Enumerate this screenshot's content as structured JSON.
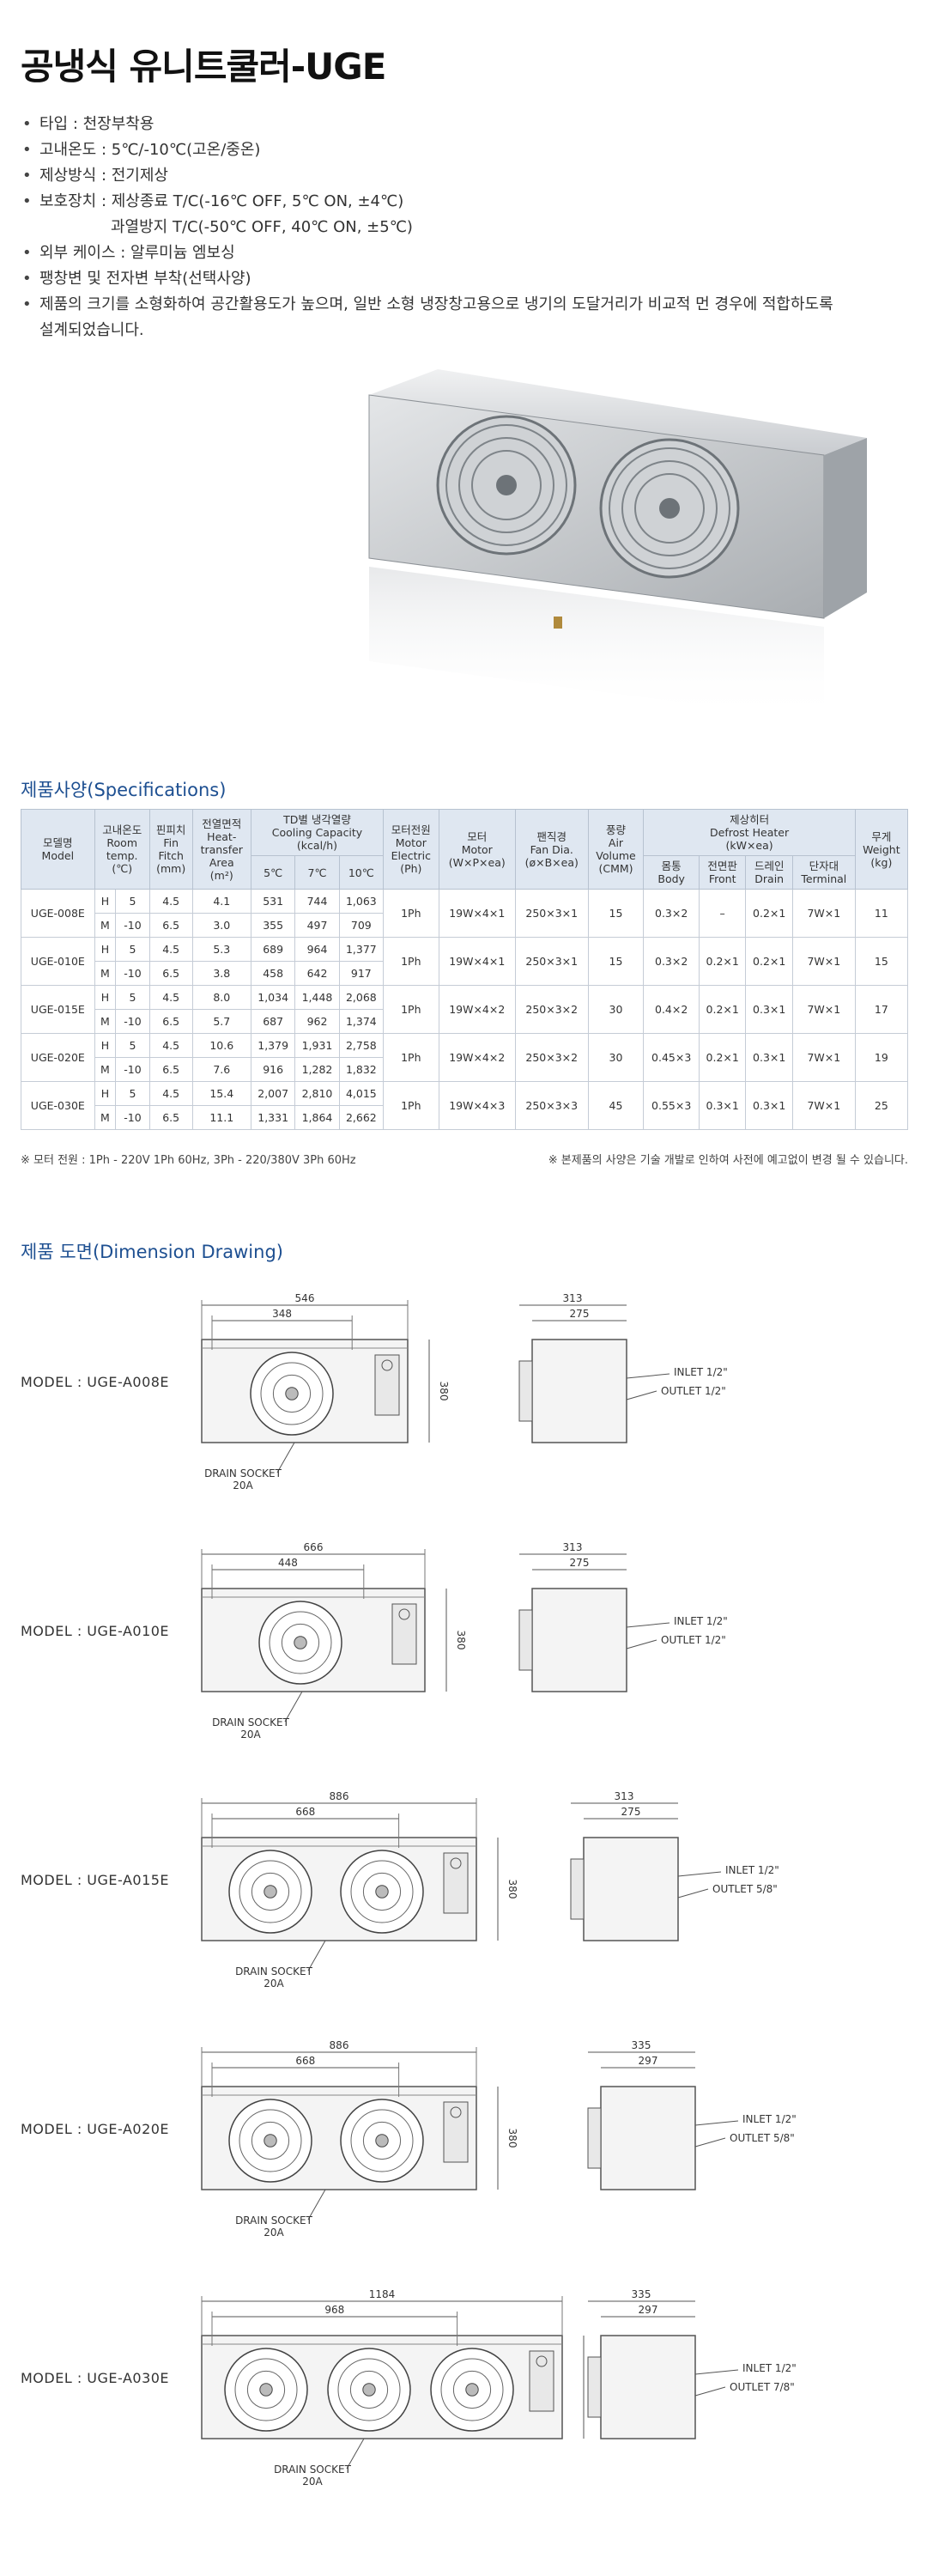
{
  "title": "공냉식 유니트쿨러-UGE",
  "features": [
    "타입 : 천장부착용",
    "고내온도 : 5℃/-10℃(고온/중온)",
    "제상방식 : 전기제상",
    "보호장치 : 제상종료 T/C(-16℃ OFF, 5℃ ON, ±4℃)",
    "과열방지 T/C(-50℃ OFF, 40℃ ON, ±5℃)",
    "외부 케이스 : 알루미늄 엠보싱",
    "팽창변 및 전자변 부착(선택사양)",
    "제품의 크기를 소형화하여 공간활용도가 높으며, 일반 소형 냉장창고용으로 냉기의 도달거리가 비교적 먼 경우에 적합하도록",
    "설계되었습니다."
  ],
  "spec_title": "제품사양(Specifications)",
  "spec_headers": {
    "model": [
      "모델명",
      "Model"
    ],
    "room_temp": [
      "고내온도",
      "Room",
      "temp.",
      "(℃)"
    ],
    "fin_pitch": [
      "핀피치",
      "Fin",
      "Fitch",
      "(mm)"
    ],
    "heat_area": [
      "전열면적",
      "Heat-",
      "transfer",
      "Area",
      "(m²)"
    ],
    "cooling": [
      "TD별 냉각열량",
      "Cooling Capacity",
      "(kcal/h)"
    ],
    "cooling_sub": [
      "5℃",
      "7℃",
      "10℃"
    ],
    "motor_power": [
      "모터전원",
      "Motor",
      "Electric",
      "(Ph)"
    ],
    "motor": [
      "모터",
      "Motor",
      "(W×P×ea)"
    ],
    "fan": [
      "팬직경",
      "Fan Dia.",
      "(ø×B×ea)"
    ],
    "air": [
      "풍량",
      "Air",
      "Volume",
      "(CMM)"
    ],
    "defrost": [
      "제상히터",
      "Defrost Heater",
      "(kW×ea)"
    ],
    "defrost_sub": [
      [
        "몸통",
        "Body"
      ],
      [
        "전면판",
        "Front"
      ],
      [
        "드레인",
        "Drain"
      ],
      [
        "단자대",
        "Terminal"
      ]
    ],
    "weight": [
      "무게",
      "Weight",
      "(kg)"
    ]
  },
  "spec_rows": [
    {
      "model": "UGE-008E",
      "motor_power": "1Ph",
      "motor": "19W×4×1",
      "fan": "250×3×1",
      "air": "15",
      "body": "0.3×2",
      "front": "–",
      "drain": "0.2×1",
      "terminal": "7W×1",
      "weight": "11",
      "sub": [
        {
          "type": "H",
          "temp": "5",
          "fin": "4.5",
          "area": "4.1",
          "c5": "531",
          "c7": "744",
          "c10": "1,063"
        },
        {
          "type": "M",
          "temp": "-10",
          "fin": "6.5",
          "area": "3.0",
          "c5": "355",
          "c7": "497",
          "c10": "709"
        }
      ]
    },
    {
      "model": "UGE-010E",
      "motor_power": "1Ph",
      "motor": "19W×4×1",
      "fan": "250×3×1",
      "air": "15",
      "body": "0.3×2",
      "front": "0.2×1",
      "drain": "0.2×1",
      "terminal": "7W×1",
      "weight": "15",
      "sub": [
        {
          "type": "H",
          "temp": "5",
          "fin": "4.5",
          "area": "5.3",
          "c5": "689",
          "c7": "964",
          "c10": "1,377"
        },
        {
          "type": "M",
          "temp": "-10",
          "fin": "6.5",
          "area": "3.8",
          "c5": "458",
          "c7": "642",
          "c10": "917"
        }
      ]
    },
    {
      "model": "UGE-015E",
      "motor_power": "1Ph",
      "motor": "19W×4×2",
      "fan": "250×3×2",
      "air": "30",
      "body": "0.4×2",
      "front": "0.2×1",
      "drain": "0.3×1",
      "terminal": "7W×1",
      "weight": "17",
      "sub": [
        {
          "type": "H",
          "temp": "5",
          "fin": "4.5",
          "area": "8.0",
          "c5": "1,034",
          "c7": "1,448",
          "c10": "2,068"
        },
        {
          "type": "M",
          "temp": "-10",
          "fin": "6.5",
          "area": "5.7",
          "c5": "687",
          "c7": "962",
          "c10": "1,374"
        }
      ]
    },
    {
      "model": "UGE-020E",
      "motor_power": "1Ph",
      "motor": "19W×4×2",
      "fan": "250×3×2",
      "air": "30",
      "body": "0.45×3",
      "front": "0.2×1",
      "drain": "0.3×1",
      "terminal": "7W×1",
      "weight": "19",
      "sub": [
        {
          "type": "H",
          "temp": "5",
          "fin": "4.5",
          "area": "10.6",
          "c5": "1,379",
          "c7": "1,931",
          "c10": "2,758"
        },
        {
          "type": "M",
          "temp": "-10",
          "fin": "6.5",
          "area": "7.6",
          "c5": "916",
          "c7": "1,282",
          "c10": "1,832"
        }
      ]
    },
    {
      "model": "UGE-030E",
      "motor_power": "1Ph",
      "motor": "19W×4×3",
      "fan": "250×3×3",
      "air": "45",
      "body": "0.55×3",
      "front": "0.3×1",
      "drain": "0.3×1",
      "terminal": "7W×1",
      "weight": "25",
      "sub": [
        {
          "type": "H",
          "temp": "5",
          "fin": "4.5",
          "area": "15.4",
          "c5": "2,007",
          "c7": "2,810",
          "c10": "4,015"
        },
        {
          "type": "M",
          "temp": "-10",
          "fin": "6.5",
          "area": "11.1",
          "c5": "1,331",
          "c7": "1,864",
          "c10": "2,662"
        }
      ]
    }
  ],
  "note_left": "※ 모터 전원 : 1Ph - 220V 1Ph 60Hz, 3Ph - 220/380V 3Ph 60Hz",
  "note_right": "※ 본제품의 사양은 기술 개발로 인하여 사전에 예고없이 변경 될 수 있습니다.",
  "dim_title": "제품 도면(Dimension Drawing)",
  "drawings": [
    {
      "model": "MODEL : UGE-A008E",
      "fans": 1,
      "width": "546",
      "bolt": "348",
      "height": "380",
      "depth": "313",
      "depth2": "275",
      "inlet": "INLET 1/2\"",
      "outlet": "OUTLET 1/2\"",
      "drain": "DRAIN SOCKET",
      "drain_size": "20A"
    },
    {
      "model": "MODEL : UGE-A010E",
      "fans": 1,
      "width": "666",
      "bolt": "448",
      "height": "380",
      "depth": "313",
      "depth2": "275",
      "inlet": "INLET 1/2\"",
      "outlet": "OUTLET 1/2\"",
      "drain": "DRAIN SOCKET",
      "drain_size": "20A"
    },
    {
      "model": "MODEL : UGE-A015E",
      "fans": 2,
      "width": "886",
      "bolt": "668",
      "height": "380",
      "depth": "313",
      "depth2": "275",
      "inlet": "INLET 1/2\"",
      "outlet": "OUTLET 5/8\"",
      "drain": "DRAIN SOCKET",
      "drain_size": "20A"
    },
    {
      "model": "MODEL : UGE-A020E",
      "fans": 2,
      "width": "886",
      "bolt": "668",
      "height": "380",
      "depth": "335",
      "depth2": "297",
      "inlet": "INLET 1/2\"",
      "outlet": "OUTLET 5/8\"",
      "drain": "DRAIN SOCKET",
      "drain_size": "20A"
    },
    {
      "model": "MODEL : UGE-A030E",
      "fans": 3,
      "width": "1184",
      "bolt": "968",
      "height": "380",
      "depth": "335",
      "depth2": "297",
      "inlet": "INLET 1/2\"",
      "outlet": "OUTLET 7/8\"",
      "drain": "DRAIN SOCKET",
      "drain_size": "20A"
    }
  ],
  "colors": {
    "accent": "#1d4f91",
    "header_bg": "#dfe7f1",
    "line": "#444444"
  }
}
